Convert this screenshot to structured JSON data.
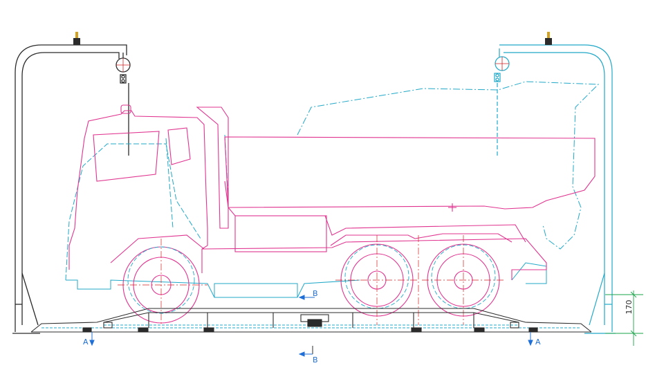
{
  "colors": {
    "frame": "#2b2b2b",
    "truck": "#e0338f",
    "outline": "#20a8c8",
    "centerline": "#d42020",
    "dimension": "#1aa34a",
    "arrow": "#1f6fd6"
  },
  "labels": {
    "section_a_left": "A",
    "section_a_right": "A",
    "section_b_top": "B",
    "section_b_bottom": "B",
    "dimension_height": "170"
  }
}
